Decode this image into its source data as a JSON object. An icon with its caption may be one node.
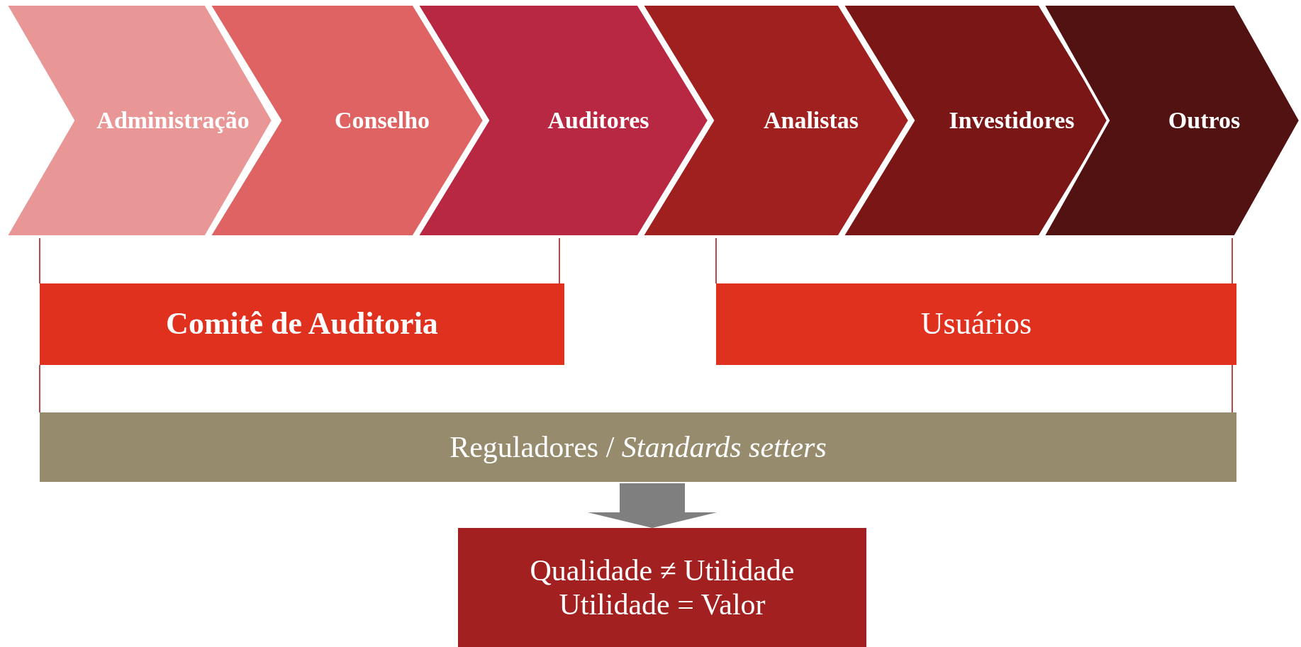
{
  "diagram": {
    "nodes": [
      {
        "text": [
          "Administração"
        ]
      },
      {
        "text": [
          "Conselho"
        ]
      },
      {
        "text": [
          "Auditores"
        ]
      },
      {
        "text": [
          "Analistas"
        ]
      },
      {
        "text": [
          "Investidores"
        ]
      },
      {
        "text": [
          "Outros"
        ]
      },
      {
        "text": [
          "Comitê de Auditoria"
        ]
      },
      {
        "text": [
          "Usuários"
        ]
      },
      {
        "text": [
          "Reguladores / *Standards setters*"
        ]
      },
      {
        "text": [
          "Qualidade ≠ Utilidade",
          "Utilidade = Valor"
        ]
      }
    ],
    "edges": [
      {
        "from": 0,
        "to": 6,
        "arrow": "none"
      },
      {
        "from": 2,
        "to": 6,
        "arrow": "none"
      },
      {
        "from": 3,
        "to": 7,
        "arrow": "none"
      },
      {
        "from": 5,
        "to": 7,
        "arrow": "none"
      },
      {
        "from": 6,
        "to": 8,
        "arrow": "none"
      },
      {
        "from": 7,
        "to": 8,
        "arrow": "none"
      },
      {
        "from": 8,
        "to": 9,
        "arrow": "to",
        "style": "thick",
        "color": "#7f7f7f"
      }
    ]
  }
}
